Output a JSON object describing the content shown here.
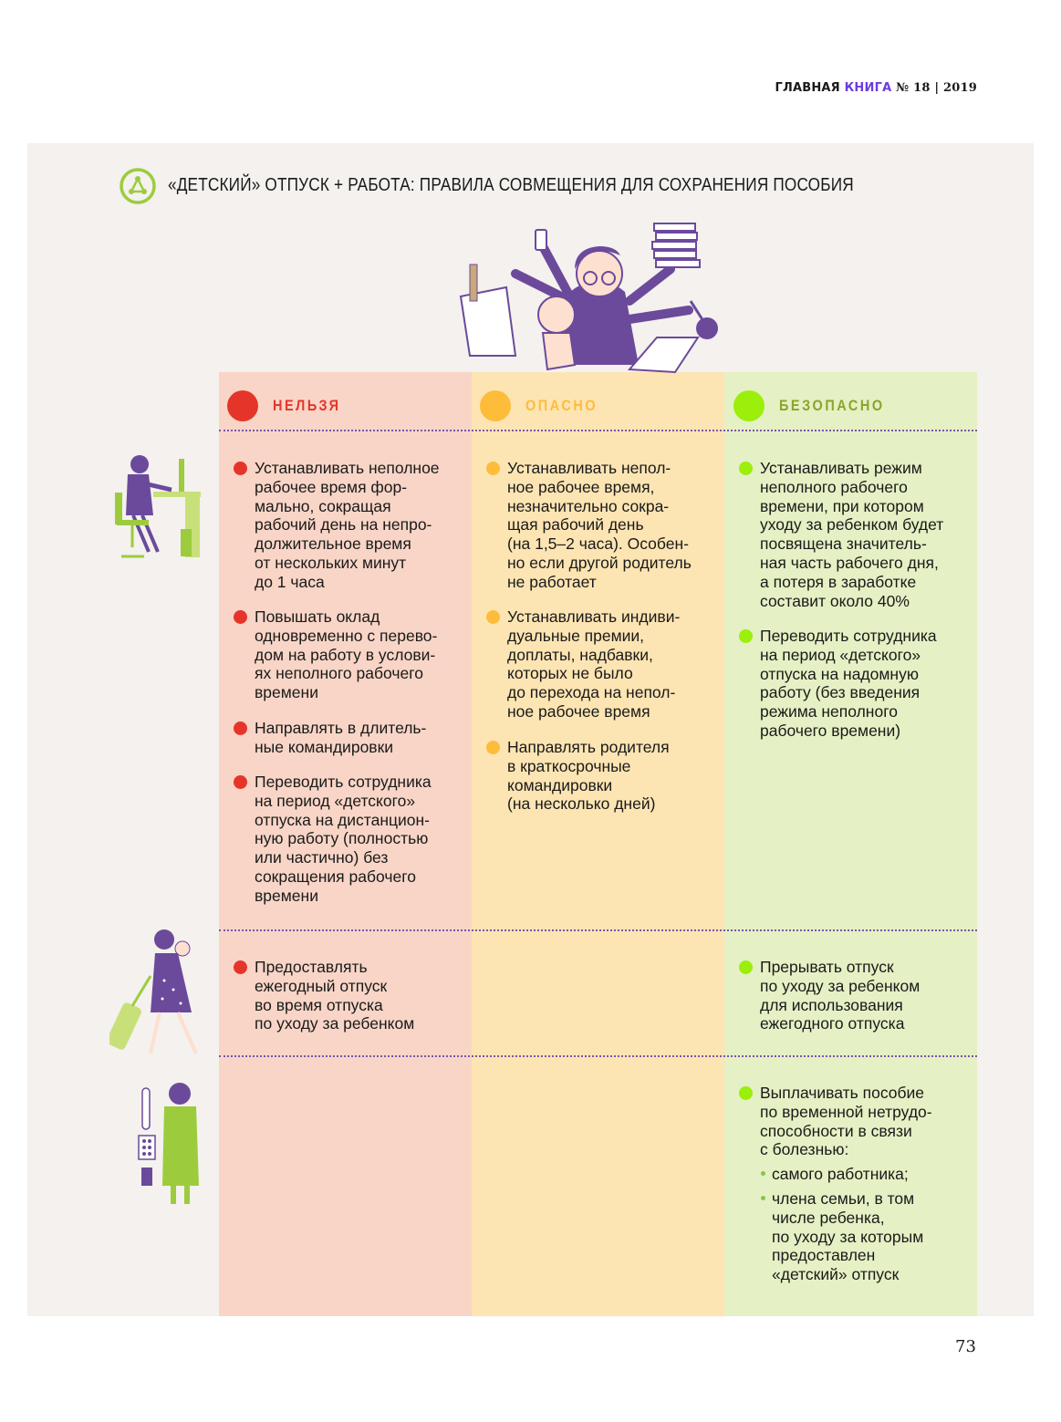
{
  "masthead": {
    "brand_a": "ГЛАВНАЯ",
    "brand_b": "КНИГА",
    "issue": "№ 18 | 2019"
  },
  "title": "«ДЕТСКИЙ» ОТПУСК + РАБОТА: ПРАВИЛА СОВМЕЩЕНИЯ ДЛЯ СОХРАНЕНИЯ ПОСОБИЯ",
  "colors": {
    "red": "#e5352a",
    "orange": "#fdbd3a",
    "green": "#9bef0b",
    "purple": "#6b4a9b"
  },
  "columns": [
    {
      "label": "НЕЛЬЗЯ",
      "color": "#e5352a",
      "label_color": "#e5352a"
    },
    {
      "label": "ОПАСНО",
      "color": "#fdbd3a",
      "label_color": "#fdbd3a"
    },
    {
      "label": "БЕЗОПАСНО",
      "color": "#9bef0b",
      "label_color": "#8aa52a"
    }
  ],
  "rows": [
    {
      "icon": "office-worker",
      "cells": [
        [
          "Устанавливать неполное\nрабочее время фор-\nмально, сокращая\nрабочий день на непро-\nдолжительное время\nот нескольких минут\nдо 1 часа",
          "Повышать оклад\nодновременно с перево-\nдом на работу в услови-\nях неполного рабочего\nвремени",
          "Направлять в длитель-\nные командировки",
          "Переводить сотрудника\nна период «детского»\nотпуска на дистанцион-\nную работу (полностью\nили частично) без\nсокращения рабочего\nвремени"
        ],
        [
          "Устанавливать непол-\nное рабочее время,\nнезначительно сокра-\nщая рабочий день\n(на 1,5–2 часа). Особен-\nно если другой родитель\nне работает",
          "Устанавливать индиви-\nдуальные премии,\nдоплаты, надбавки,\nкоторых не было\nдо перехода на непол-\nное рабочее время",
          "Направлять родителя\nв краткосрочные\nкомандировки\n(на несколько дней)"
        ],
        [
          "Устанавливать режим\nнеполного рабочего\nвремени, при котором\nуходу за ребенком будет\nпосвящена значитель-\nная часть рабочего дня,\nа потеря в заработке\nсоставит около 40%",
          "Переводить сотрудника\nна период «детского»\nотпуска на надомную\nработу (без введения\nрежима неполного\nрабочего времени)"
        ]
      ]
    },
    {
      "icon": "traveling-mother",
      "cells": [
        [
          "Предоставлять\nежегодный отпуск\nво время отпуска\nпо уходу за ребенком"
        ],
        [],
        [
          "Прерывать отпуск\nпо уходу за ребенком\nдля использования\nежегодного отпуска"
        ]
      ]
    },
    {
      "icon": "sick-person",
      "cells": [
        [],
        [],
        [
          "Выплачивать пособие\nпо временной нетрудо-\nспособности в связи\nс болезнью:"
        ]
      ],
      "subitems": [
        "самого работника;",
        "члена семьи, в том\nчисле ребенка,\nпо уходу за которым\nпредоставлен\n«детский» отпуск"
      ]
    }
  ],
  "page_number": "73"
}
